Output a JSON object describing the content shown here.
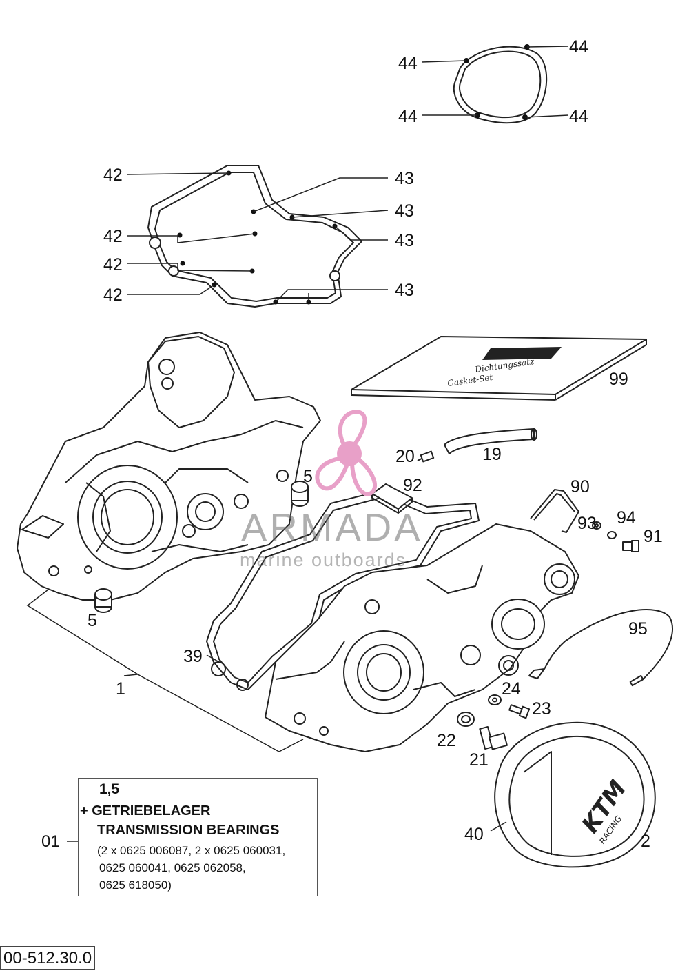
{
  "callouts": {
    "c44a": "44",
    "c44b": "44",
    "c44c": "44",
    "c44d": "44",
    "c42a": "42",
    "c42b": "42",
    "c42c": "42",
    "c42d": "42",
    "c43a": "43",
    "c43b": "43",
    "c43c": "43",
    "c43d": "43",
    "c99": "99",
    "c19": "19",
    "c20": "20",
    "c92": "92",
    "c5a": "5",
    "c5b": "5",
    "c90": "90",
    "c94": "94",
    "c93": "93",
    "c91": "91",
    "c95": "95",
    "c39": "39",
    "c1": "1",
    "c24": "24",
    "c23": "23",
    "c22": "22",
    "c21": "21",
    "c40": "40",
    "c2": "2"
  },
  "gasket_kit_labels": {
    "line1": "Dichtungssatz",
    "line2": "Gasket-Set"
  },
  "cover_logo": {
    "brand": "KTM",
    "sub": "RACING"
  },
  "info_box": {
    "ref": "01",
    "title": "1,5",
    "line1": "+ GETRIEBELAGER",
    "line2": "TRANSMISSION BEARINGS",
    "parts1": "(2 x 0625 006087, 2 x 0625 060031,",
    "parts2": "0625 060041, 0625 062058,",
    "parts3": "0625 618050)"
  },
  "diagram_number": "00-512.30.0",
  "watermark": {
    "title": "ARMADA",
    "subtitle": "marine outboards"
  },
  "colors": {
    "line": "#222222",
    "watermark_pink": "#e8a0c8",
    "watermark_text": "#8a8a8a"
  }
}
